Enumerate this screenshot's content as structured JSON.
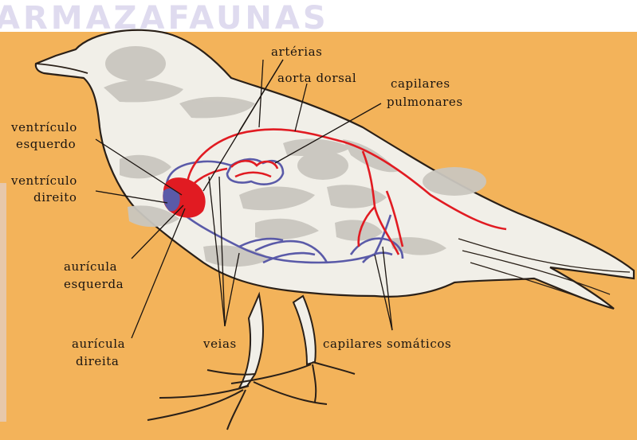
{
  "colors": {
    "background": "#f3b35a",
    "paper_edge": "#ffffff",
    "body_fill": "#f1efe8",
    "outline": "#2a2018",
    "organ_gray": "#c9c6bf",
    "artery_red": "#e11b22",
    "vein_blue": "#5a5aa8",
    "label_text": "#1a1410",
    "watermark": "#dcd8ee"
  },
  "labels": {
    "arterias": "artérias",
    "aorta_dorsal": "aorta dorsal",
    "capilares_pulmonares_1": "capilares",
    "capilares_pulmonares_2": "pulmonares",
    "ventriculo_esquerdo_1": "ventrículo",
    "ventriculo_esquerdo_2": "esquerdo",
    "ventriculo_direito_1": "ventrículo",
    "ventriculo_direito_2": "direito",
    "auricula_esquerda_1": "aurícula",
    "auricula_esquerda_2": "esquerda",
    "auricula_direita_1": "aurícula",
    "auricula_direita_2": "direita",
    "veias": "veias",
    "capilares_somaticos": "capilares somáticos"
  },
  "watermark": {
    "top_text": "ARMAZAFAUNAS"
  }
}
